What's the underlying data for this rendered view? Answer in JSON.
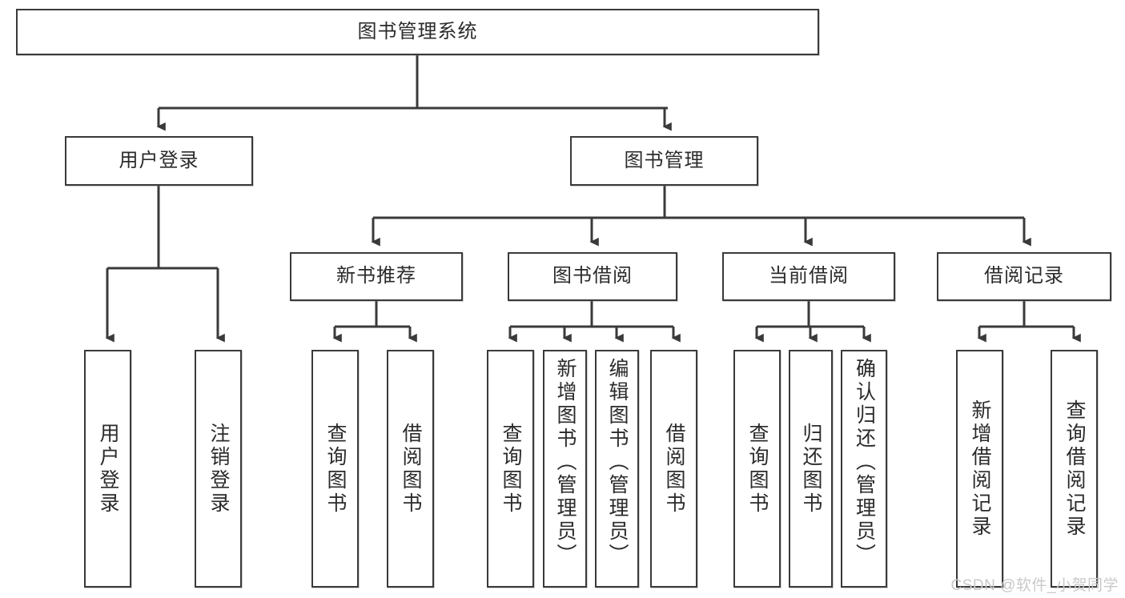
{
  "diagram": {
    "type": "tree-hierarchy",
    "title_node": "图书管理系统",
    "watermark": "CSDN @软件_小贺同学",
    "colors": {
      "box_border": "#3a3a3a",
      "box_fill": "#ffffff",
      "text": "#2b2b2b",
      "connector": "#3a3a3a",
      "watermark": "#c9c9c9"
    },
    "levels": {
      "level1": [
        {
          "id": "root",
          "label": "图书管理系统"
        }
      ],
      "level2": [
        {
          "id": "login",
          "label": "用户登录"
        },
        {
          "id": "bookmgmt",
          "label": "图书管理"
        }
      ],
      "level3": [
        {
          "id": "newbook",
          "label": "新书推荐",
          "parent": "bookmgmt"
        },
        {
          "id": "borrow",
          "label": "图书借阅",
          "parent": "bookmgmt"
        },
        {
          "id": "current",
          "label": "当前借阅",
          "parent": "bookmgmt"
        },
        {
          "id": "record",
          "label": "借阅记录",
          "parent": "bookmgmt"
        }
      ],
      "leaves": [
        {
          "id": "leaf-user-login",
          "label": "用户登录",
          "parent": "login"
        },
        {
          "id": "leaf-user-logout",
          "label": "注销登录",
          "parent": "login"
        },
        {
          "id": "leaf-new-query",
          "label": "查询图书",
          "parent": "newbook"
        },
        {
          "id": "leaf-new-borrow",
          "label": "借阅图书",
          "parent": "newbook"
        },
        {
          "id": "leaf-borrow-query",
          "label": "查询图书",
          "parent": "borrow"
        },
        {
          "id": "leaf-borrow-add",
          "label": "新增图书（管理员）",
          "parent": "borrow"
        },
        {
          "id": "leaf-borrow-edit",
          "label": "编辑图书（管理员）",
          "parent": "borrow"
        },
        {
          "id": "leaf-borrow-lend",
          "label": "借阅图书",
          "parent": "borrow"
        },
        {
          "id": "leaf-cur-query",
          "label": "查询图书",
          "parent": "current"
        },
        {
          "id": "leaf-cur-return",
          "label": "归还图书",
          "parent": "current"
        },
        {
          "id": "leaf-cur-confirm",
          "label": "确认归还（管理员）",
          "parent": "current"
        },
        {
          "id": "leaf-rec-add",
          "label": "新增借阅记录",
          "parent": "record"
        },
        {
          "id": "leaf-rec-query",
          "label": "查询借阅记录",
          "parent": "record"
        }
      ]
    }
  }
}
